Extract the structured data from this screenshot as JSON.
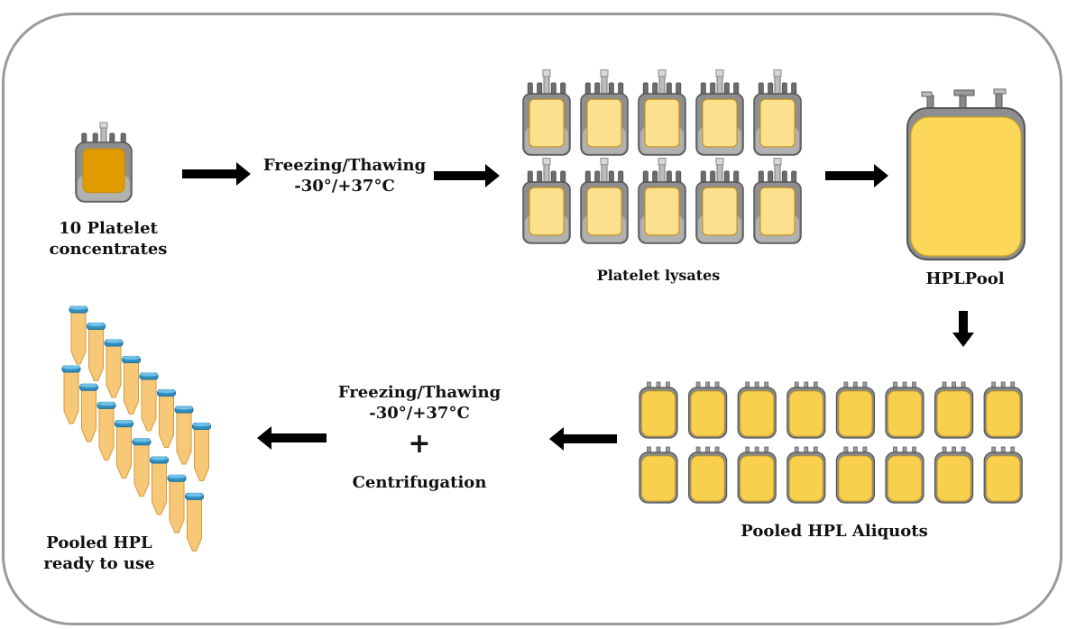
{
  "labels": {
    "concentrates": [
      "10 Platelet",
      "concentrates"
    ],
    "freeze1": [
      "Freezing/Thawing",
      "-30°/+37°C"
    ],
    "lysates": "Platelet lysates",
    "pool": "HPLPool",
    "aliquots": "Pooled HPL Aliquots",
    "freeze2": [
      "Freezing/Thawing",
      "-30°/+37°C"
    ],
    "plus": "+",
    "centrifugation": "Centrifugation",
    "ready": [
      "Pooled HPL",
      "ready to use"
    ]
  },
  "colors": {
    "bag_outline": "#555555",
    "bag_gray": "#8e8e8e",
    "concentrate_fill": "#e09b00",
    "lysate_fill": "#fce08e",
    "pool_fill": "#fdd75a",
    "aliquot_fill": "#f9cf4e",
    "tube_fill": "#f7c878",
    "tube_cap": "#2e8fc0",
    "arrow": "#000000",
    "frame": "#9a9a9a"
  },
  "counts": {
    "lysate_bags": 10,
    "aliquot_bags": 16,
    "tubes": 16
  }
}
